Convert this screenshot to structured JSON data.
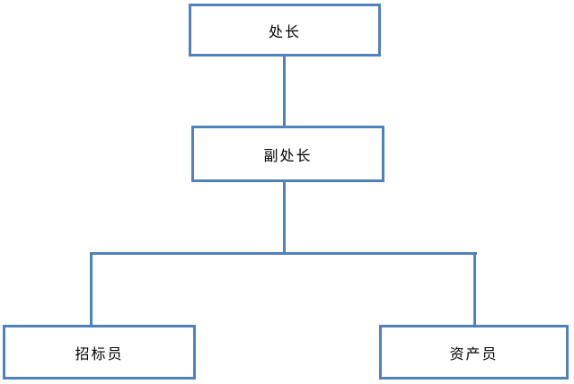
{
  "diagram": {
    "type": "org-chart",
    "nodes": [
      {
        "id": "director",
        "label": "处长"
      },
      {
        "id": "deputy-director",
        "label": "副处长"
      },
      {
        "id": "bidding-officer",
        "label": "招标员"
      },
      {
        "id": "asset-officer",
        "label": "资产员"
      }
    ],
    "edges": [
      {
        "from": "director",
        "to": "deputy-director"
      },
      {
        "from": "deputy-director",
        "to": "bidding-officer"
      },
      {
        "from": "deputy-director",
        "to": "asset-officer"
      }
    ]
  },
  "colors": {
    "accent": "#4F81BD",
    "background": "#FFFFFF",
    "text": "#000000"
  }
}
